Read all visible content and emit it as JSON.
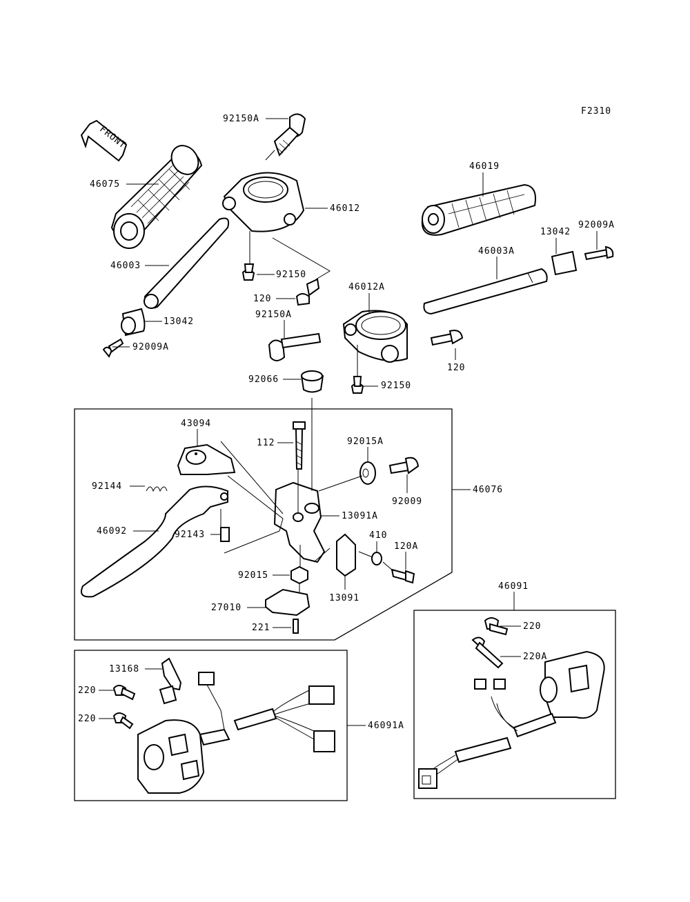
{
  "diagram_code": "F2310",
  "front_label": "FRONT",
  "labels": {
    "p92150A_top": "92150A",
    "p46075": "46075",
    "p46012": "46012",
    "p46003": "46003",
    "p92150_a": "92150",
    "p120_a": "120",
    "p13042_a": "13042",
    "p92009A_a": "92009A",
    "p46019": "46019",
    "p13042_b": "13042",
    "p92009A_b": "92009A",
    "p46003A": "46003A",
    "p46012A": "46012A",
    "p92150A_mid": "92150A",
    "p120_b": "120",
    "p92066": "92066",
    "p92150_b": "92150",
    "p43094": "43094",
    "p112": "112",
    "p92015A": "92015A",
    "p92144": "92144",
    "p92009": "92009",
    "p46076": "46076",
    "p46092": "46092",
    "p13091A": "13091A",
    "p92143": "92143",
    "p410": "410",
    "p120A": "120A",
    "p92015": "92015",
    "p13091": "13091",
    "p27010": "27010",
    "p221": "221",
    "p46091": "46091",
    "p220_r": "220",
    "p220A": "220A",
    "p13168": "13168",
    "p220_l1": "220",
    "p220_l2": "220",
    "p46091A": "46091A"
  }
}
